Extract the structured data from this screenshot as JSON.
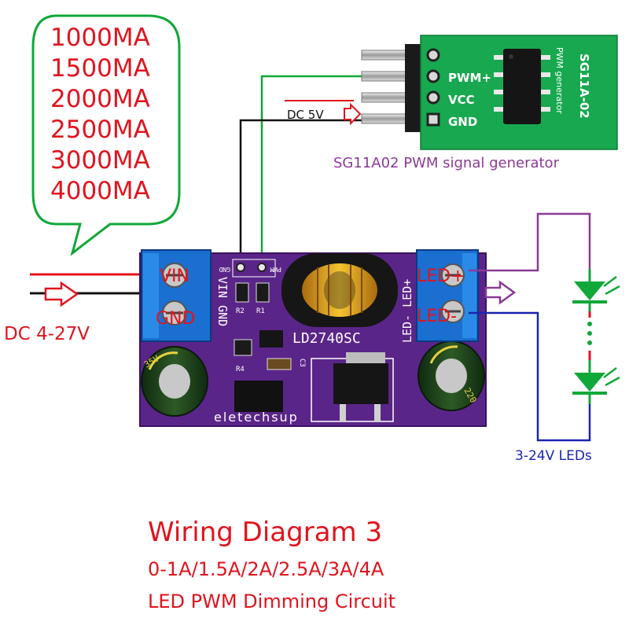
{
  "current_options": [
    "1000MA",
    "1500MA",
    "2000MA",
    "2500MA",
    "3000MA",
    "4000MA"
  ],
  "input": {
    "label": "DC 4-27V",
    "vin_label": "VIN",
    "gnd_label": "GND"
  },
  "supply_note": "DC 5V",
  "generator": {
    "caption": "SG11A02 PWM signal generator",
    "model": "SG11A-02",
    "sub": "PWM generator",
    "pins": [
      "PWM+",
      "VCC",
      "GND"
    ]
  },
  "driver_board": {
    "model": "LD2740SC",
    "brand": "eletechsup",
    "silk_vin_gnd": "VIN GND",
    "silk_gnd": "GND",
    "silk_pwm": "PWM",
    "silk_r2": "R2",
    "silk_r1": "R1",
    "silk_r4": "R4",
    "silk_c3": "C3",
    "silk_led": "LED- LED+",
    "cap_marks": [
      "35V",
      "220"
    ]
  },
  "output": {
    "led_plus": "LED+",
    "led_minus": "LED-",
    "leds_label": "3-24V LEDs"
  },
  "title": "Wiring Diagram 3",
  "subtitle1": "0-1A/1.5A/2A/2.5A/3A/4A",
  "subtitle2": "LED PWM Dimming Circuit",
  "colors": {
    "red": "#e0141e",
    "green_wire": "#10a838",
    "purple": "#8b3a96",
    "blue": "#1a24b0",
    "pcb_purple": "#5a2588",
    "terminal_blue": "#1a6fd0",
    "gen_pcb": "#18a850",
    "led_green": "#10a838"
  }
}
